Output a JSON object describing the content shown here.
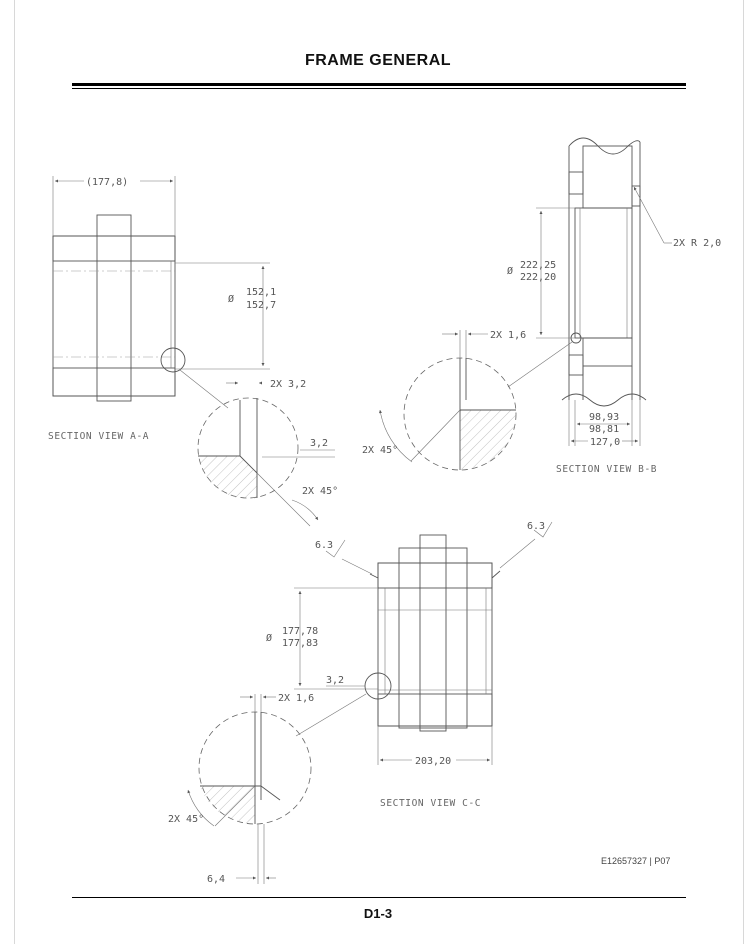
{
  "header": {
    "title": "FRAME GENERAL"
  },
  "footer": {
    "page_number": "D1-3"
  },
  "reference": "E12657327 | P07",
  "view_a": {
    "label": "SECTION VIEW A-A",
    "width_dim": "(177,8)",
    "bore_upper": "152,1",
    "bore_lower": "152,7",
    "chamfer_width": "2X 3,2",
    "chamfer_depth": "3,2",
    "chamfer_angle": "2X 45°"
  },
  "view_b": {
    "label": "SECTION VIEW B-B",
    "bore_upper": "222,25",
    "bore_lower": "222,20",
    "radius": "2X R 2,0",
    "chamfer_width": "2X 1,6",
    "chamfer_angle": "2X 45°",
    "width_upper": "98,93",
    "width_lower": "98,81",
    "overall_width": "127,0"
  },
  "view_c": {
    "label": "SECTION VIEW C-C",
    "bore_upper": "177,78",
    "bore_lower": "177,83",
    "chamfer_depth": "3,2",
    "chamfer_width": "2X 1,6",
    "chamfer_angle": "2X 45°",
    "width_dim": "203,20",
    "detail_width": "6,4",
    "roughness_left": "6.3",
    "roughness_right": "6.3"
  },
  "symbols": {
    "diameter": "Ø"
  }
}
